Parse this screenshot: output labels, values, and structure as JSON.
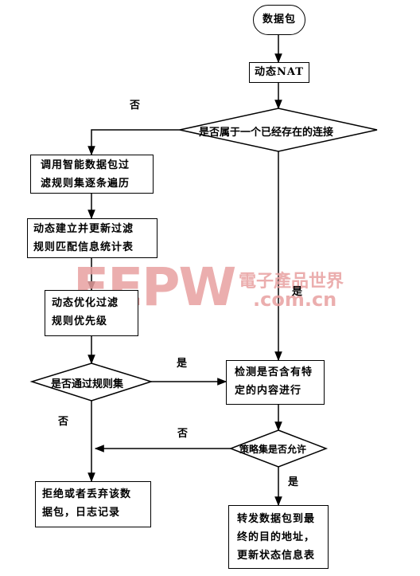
{
  "nodes": {
    "start": "数据包",
    "nat": "动态NAT",
    "existing_conn": "是否属于一个已经存在的连接",
    "traverse_line1": "调用智能数据包过",
    "traverse_line2": "滤规则集逐条遍历",
    "build_line1": "动态建立并更新过滤",
    "build_line2": "规则匹配信息统计表",
    "optimize_line1": "动态优化过滤",
    "optimize_line2": "规则优先级",
    "pass_rules": "是否通过规则集",
    "detect_line1": "检测是否含有特",
    "detect_line2": "定的内容进行",
    "policy": "策略集是否允许",
    "reject_line1": "拒绝或者丢弃该数",
    "reject_line2": "据包，日志记录",
    "forward_line1": "转发数据包到最",
    "forward_line2": "终的目的地址，",
    "forward_line3": "更新状态信息表"
  },
  "edge_labels": {
    "no_existing": "否",
    "yes_existing": "是",
    "yes_pass": "是",
    "no_pass": "否",
    "no_policy": "否",
    "yes_policy": "是"
  },
  "watermark": {
    "logo": "EEPW",
    "cn": "電子產品世界",
    "url": ".com.cn"
  }
}
